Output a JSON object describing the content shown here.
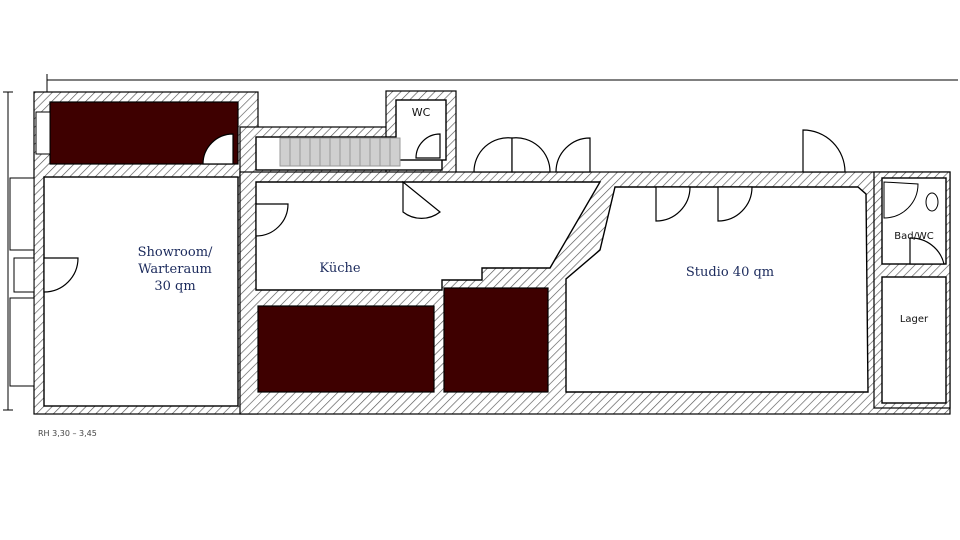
{
  "colors": {
    "wall_hatch": "#555555",
    "wall_fill": "#ffffff",
    "dark_room": "#3e0000",
    "label": "#1b2a5c",
    "stairs": "#cfcfcf"
  },
  "rooms": {
    "showroom": {
      "line1": "Showroom/",
      "line2": "Warteraum",
      "line3": "30 qm"
    },
    "kueche": {
      "label": "Küche"
    },
    "studio": {
      "label": "Studio 40 qm"
    },
    "wc": {
      "label": "WC"
    },
    "bad": {
      "label": "Bad/WC"
    },
    "lager": {
      "label": "Lager"
    }
  },
  "notes": {
    "ceiling_height": "RH 3,30 – 3,45"
  }
}
